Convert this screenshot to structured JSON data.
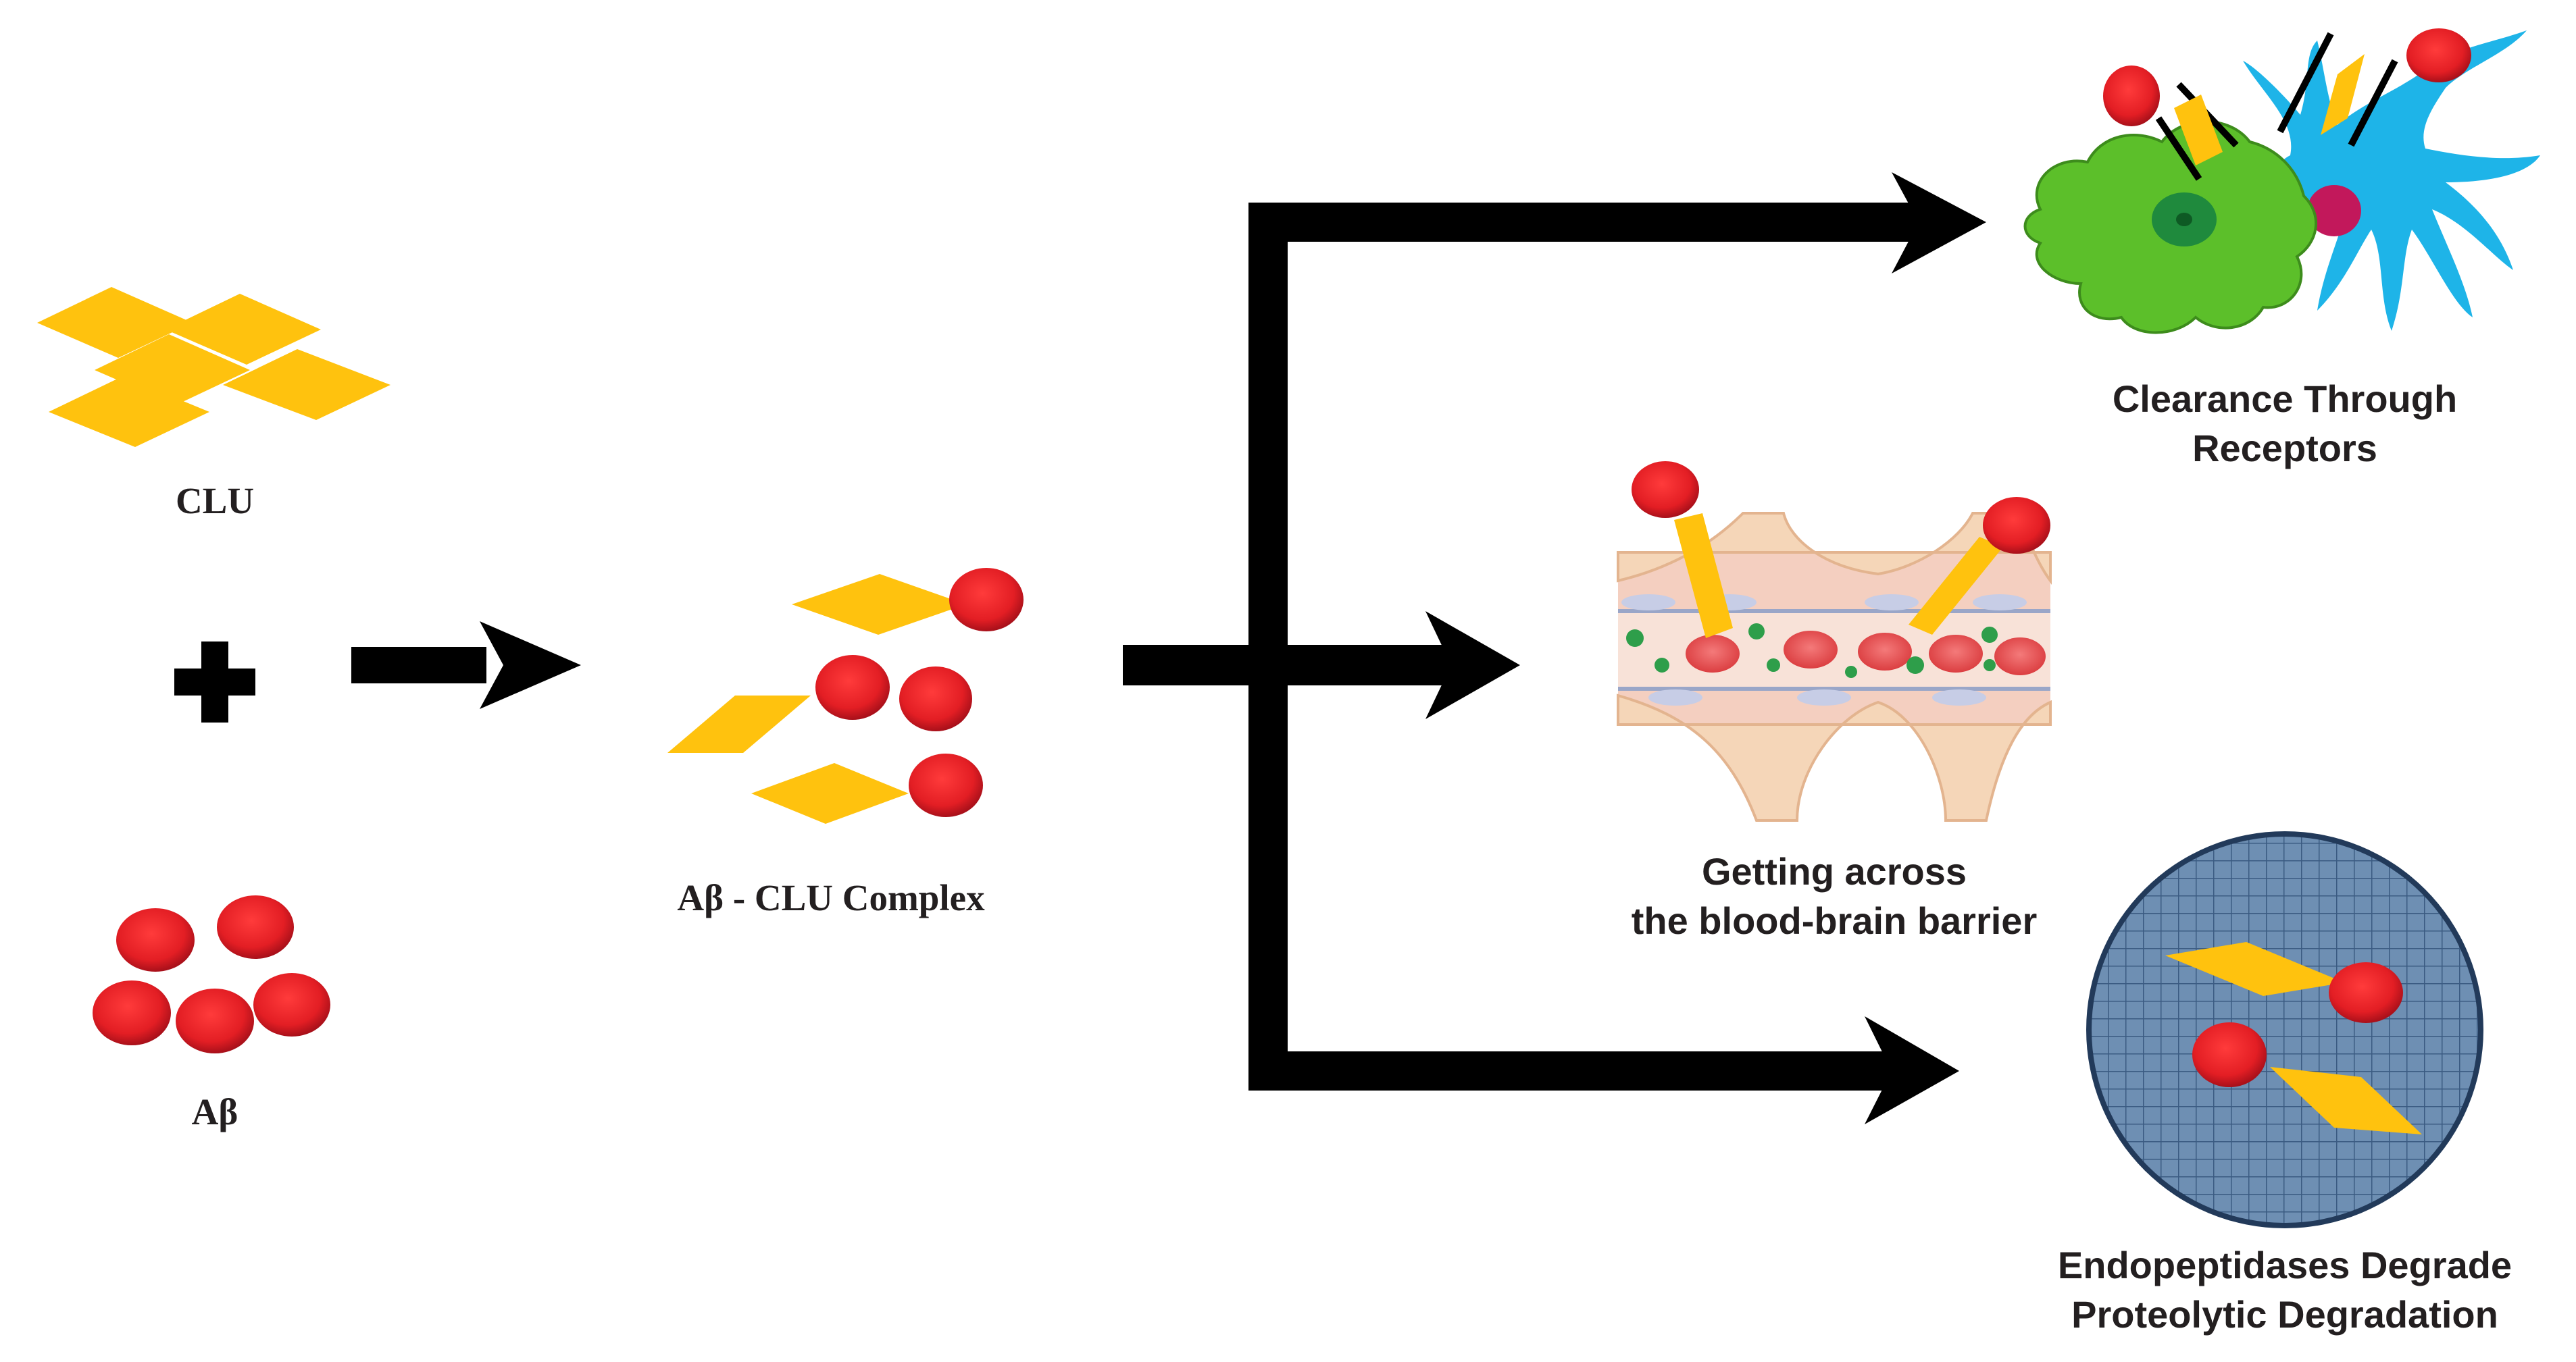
{
  "labels": {
    "clu": "CLU",
    "abeta": "Aβ",
    "complex": "Aβ - CLU  Complex",
    "clearance_line1": "Clearance Through",
    "clearance_line2": "Receptors",
    "bbb_line1": "Getting across",
    "bbb_line2": "the blood-brain barrier",
    "endo_line1": "Endopeptidases Degrade",
    "endo_line2": "Proteolytic Degradation"
  },
  "colors": {
    "clu": "#ffc20e",
    "abeta": "#e31e24",
    "abeta_dark": "#b5121b",
    "arrow": "#000000",
    "microglia": "#5cbf2a",
    "astrocyte": "#1eb4e8",
    "vessel_wall": "#f4cfc0",
    "plate_fill": "#6e8fb3",
    "plate_grid": "#3b5b82",
    "text": "#231f20"
  },
  "icons": {
    "plus": "plus-icon",
    "cells": "glia-cells-illustration",
    "vessel": "blood-vessel-illustration",
    "plate": "petri-dish-illustration"
  }
}
